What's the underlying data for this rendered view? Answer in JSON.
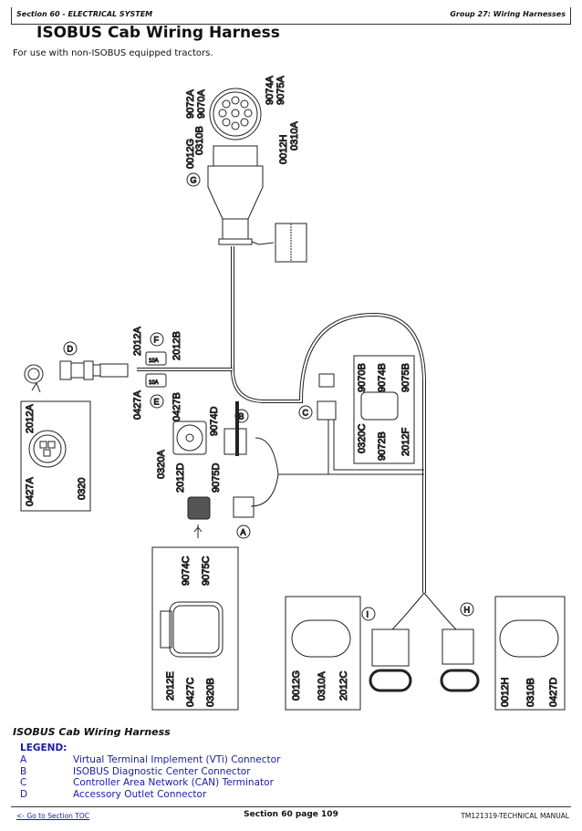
{
  "header": {
    "section": "Section 60 - ELECTRICAL SYSTEM",
    "group": "Group 27: Wiring Harnesses"
  },
  "title": "ISOBUS Cab Wiring Harness",
  "subtitle": "For use with non-ISOBUS equipped tractors.",
  "diagram": {
    "callouts": [
      "A",
      "B",
      "C",
      "D",
      "E",
      "F",
      "G",
      "H",
      "I"
    ],
    "connector_g_pins": [
      "9072A",
      "9070A",
      "9074A",
      "9075A",
      "0310B",
      "0310A",
      "0012G",
      "0012H"
    ],
    "connector_d_pins": [
      "2012A",
      "0427A",
      "0320"
    ],
    "connector_ef_pins": [
      "2012A",
      "2012B",
      "0427A",
      "0427B"
    ],
    "connector_b_pins": [
      "9074D",
      "0320A",
      "2012D",
      "9075D"
    ],
    "connector_a_pins": [
      "9074C",
      "9075C",
      "2012E",
      "0427C",
      "0320B"
    ],
    "connector_c_pins": [
      "9070B",
      "9074B",
      "9075B",
      "0320C",
      "9072B",
      "2012F"
    ],
    "connector_i_pins": [
      "0012G",
      "0310A",
      "2012C"
    ],
    "connector_h_pins": [
      "0012H",
      "0310B",
      "0427D"
    ],
    "fuse_labels": [
      "10A",
      "10A"
    ]
  },
  "caption": "ISOBUS Cab Wiring Harness",
  "legend": {
    "heading": "LEGEND:",
    "items": [
      {
        "key": "A",
        "text": "Virtual Terminal Implement (VTi) Connector"
      },
      {
        "key": "B",
        "text": "ISOBUS Diagnostic Center Connector"
      },
      {
        "key": "C",
        "text": "Controller Area Network (CAN) Terminator"
      },
      {
        "key": "D",
        "text": "Accessory Outlet Connector"
      }
    ]
  },
  "footer": {
    "toc_link": "<- Go to Section TOC",
    "page": "Section 60 page 109",
    "manual": "TM121319-TECHNICAL MANUAL"
  }
}
